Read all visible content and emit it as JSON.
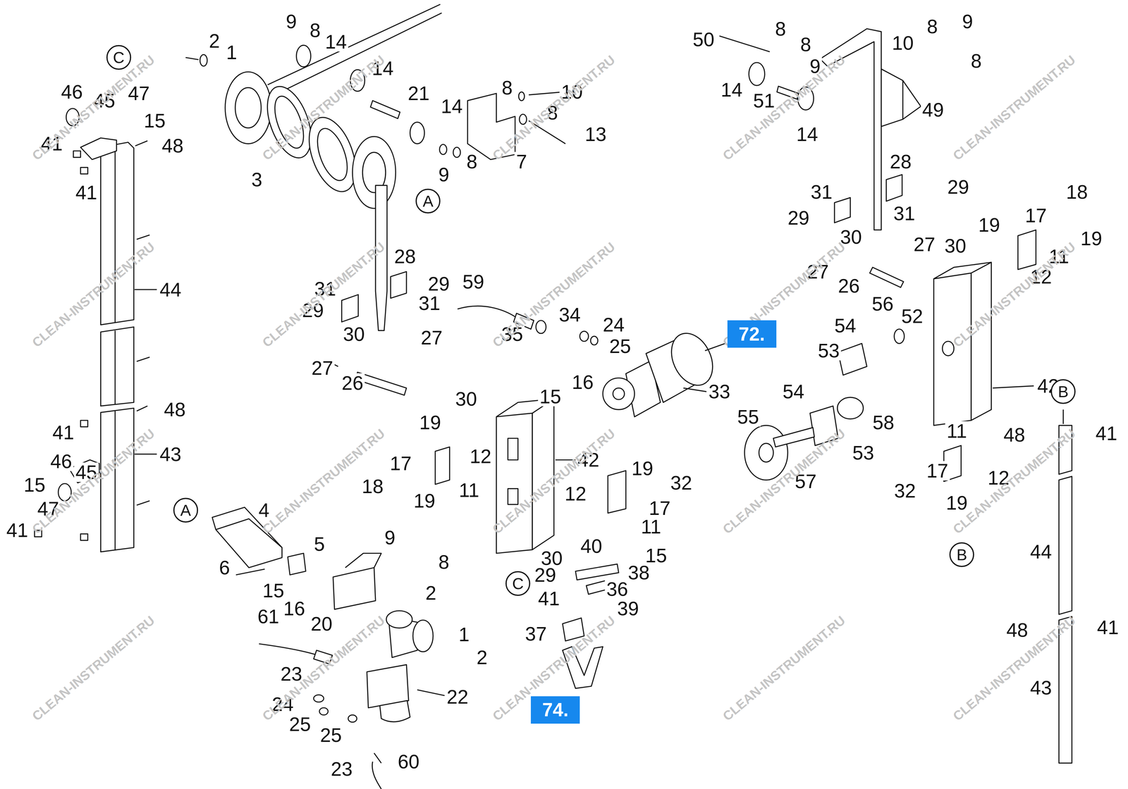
{
  "diagram": {
    "nodes": [
      {
        "text": [
          "C"
        ]
      },
      {
        "text": [
          "A"
        ]
      },
      {
        "text": [
          "72."
        ]
      },
      {
        "text": [
          "B"
        ]
      },
      {
        "text": [
          "A"
        ]
      },
      {
        "text": [
          "B"
        ]
      },
      {
        "text": [
          "C"
        ]
      },
      {
        "text": [
          "74."
        ]
      }
    ],
    "labels": [
      "46",
      "45",
      "47",
      "15",
      "41",
      "48",
      "41",
      "44",
      "48",
      "41",
      "43",
      "46",
      "45",
      "15",
      "47",
      "41",
      "2",
      "1",
      "9",
      "8",
      "14",
      "14",
      "21",
      "14",
      "8",
      "10",
      "8",
      "13",
      "3",
      "9",
      "8",
      "7",
      "28",
      "29",
      "31",
      "29",
      "31",
      "30",
      "27",
      "27",
      "26",
      "59",
      "34",
      "35",
      "24",
      "25",
      "33",
      "16",
      "15",
      "30",
      "19",
      "42",
      "12",
      "17",
      "18",
      "11",
      "19",
      "19",
      "32",
      "12",
      "17",
      "11",
      "40",
      "15",
      "30",
      "29",
      "38",
      "41",
      "36",
      "39",
      "37",
      "4",
      "5",
      "6",
      "15",
      "16",
      "20",
      "9",
      "8",
      "2",
      "61",
      "1",
      "2",
      "23",
      "22",
      "24",
      "25",
      "25",
      "23",
      "60",
      "50",
      "8",
      "8",
      "9",
      "10",
      "8",
      "9",
      "8",
      "14",
      "51",
      "14",
      "49",
      "28",
      "29",
      "31",
      "29",
      "31",
      "30",
      "27",
      "27",
      "26",
      "18",
      "17",
      "19",
      "30",
      "19",
      "11",
      "12",
      "56",
      "52",
      "54",
      "53",
      "42",
      "54",
      "55",
      "58",
      "53",
      "57",
      "11",
      "17",
      "12",
      "32",
      "19",
      "48",
      "41",
      "44",
      "48",
      "41",
      "43",
      "CLEAN-INSTRUMENT.RU",
      "CLEAN-INSTRUMENT.RU",
      "CLEAN-INSTRUMENT.RU",
      "CLEAN-INSTRUMENT.RU",
      "CLEAN-INSTRUMENT.RU",
      "CLEAN-INSTRUMENT.RU",
      "CLEAN-INSTRUMENT.RU",
      "CLEAN-INSTRUMENT.RU",
      "CLEAN-INSTRUMENT.RU",
      "CLEAN-INSTRUMENT.RU",
      "CLEAN-INSTRUMENT.RU",
      "CLEAN-INSTRUMENT.RU",
      "CLEAN-INSTRUMENT.RU",
      "CLEAN-INSTRUMENT.RU",
      "CLEAN-INSTRUMENT.RU",
      "CLEAN-INSTRUMENT.RU",
      "CLEAN-INSTRUMENT.RU",
      "CLEAN-INSTRUMENT.RU",
      "CLEAN-INSTRUMENT.RU",
      "CLEAN-INSTRUMENT.RU"
    ]
  }
}
